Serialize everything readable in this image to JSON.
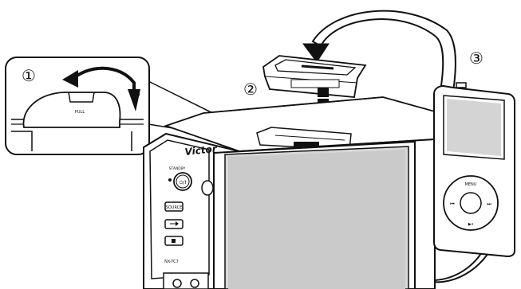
{
  "steps": {
    "step1": "①",
    "step2": "②",
    "step3": "③"
  },
  "dock_cover_label": "PULL",
  "unit": {
    "brand": "Victor",
    "standby_label": "STANDBY",
    "power_symbol": "⏻/I",
    "source_label": "SOURCE",
    "model": "NX-TC7"
  },
  "ipod": {
    "menu_label": "MENU",
    "prev_label": "⏮",
    "next_label": "⏭",
    "play_label": "▶⏸"
  },
  "colors": {
    "line": "#111111",
    "fill": "#ffffff",
    "screen": "#dcdcdc",
    "screen_dark": "#b4b4b4",
    "panel": "#f4f4f4",
    "strap_fill": "#ffffff"
  }
}
